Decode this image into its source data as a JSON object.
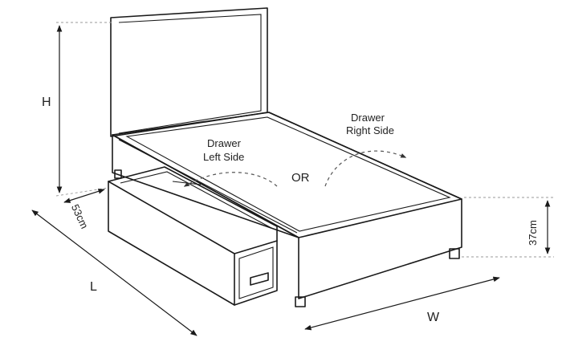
{
  "labels": {
    "height": "H",
    "length": "L",
    "width": "W",
    "drawer_depth": "53cm",
    "base_height": "37cm",
    "drawer_left_line1": "Drawer",
    "drawer_left_line2": "Left Side",
    "drawer_right_line1": "Drawer",
    "drawer_right_line2": "Right Side",
    "or": "OR"
  },
  "colors": {
    "line": "#1a1a1a",
    "mattress_fill": "#f6f6f2",
    "background": "#ffffff"
  }
}
